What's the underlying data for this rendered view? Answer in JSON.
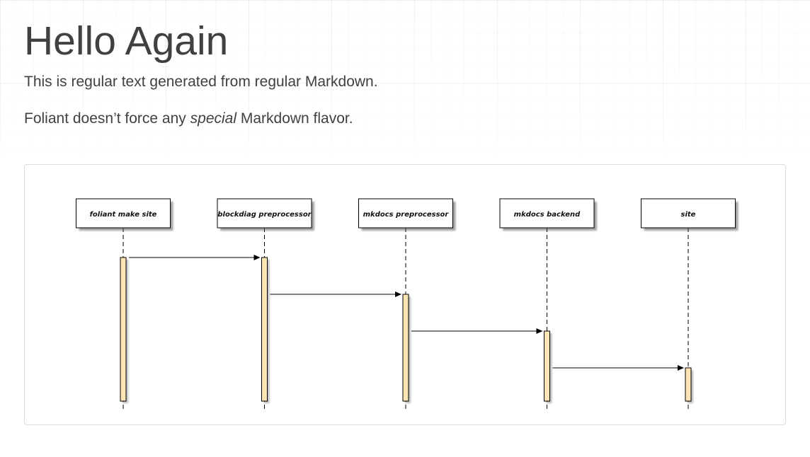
{
  "page": {
    "title": "Hello Again",
    "paragraph1": "This is regular text generated from regular Markdown.",
    "paragraph2": {
      "before": "Foliant doesn’t force any ",
      "emphasis": "special",
      "after": " Markdown flavor."
    }
  },
  "diagram": {
    "type": "sequence-diagram",
    "actors": [
      {
        "label": "foliant make site",
        "activation_start_step": 0,
        "activation_end_step": 4
      },
      {
        "label": "blockdiag preprocessor",
        "activation_start_step": 0,
        "activation_end_step": 4
      },
      {
        "label": "mkdocs preprocessor",
        "activation_start_step": 1,
        "activation_end_step": 4
      },
      {
        "label": "mkdocs backend",
        "activation_start_step": 2,
        "activation_end_step": 4
      },
      {
        "label": "site",
        "activation_start_step": 3,
        "activation_end_step": 4
      }
    ],
    "messages": [
      {
        "from": 0,
        "to": 1,
        "step": 0
      },
      {
        "from": 1,
        "to": 2,
        "step": 1
      },
      {
        "from": 2,
        "to": 3,
        "step": 2
      },
      {
        "from": 3,
        "to": 4,
        "step": 3
      }
    ],
    "colors": {
      "activation_fill": "#fde4b4",
      "box_fill": "#ffffff",
      "line": "#000000",
      "shadow": "#555555"
    }
  }
}
